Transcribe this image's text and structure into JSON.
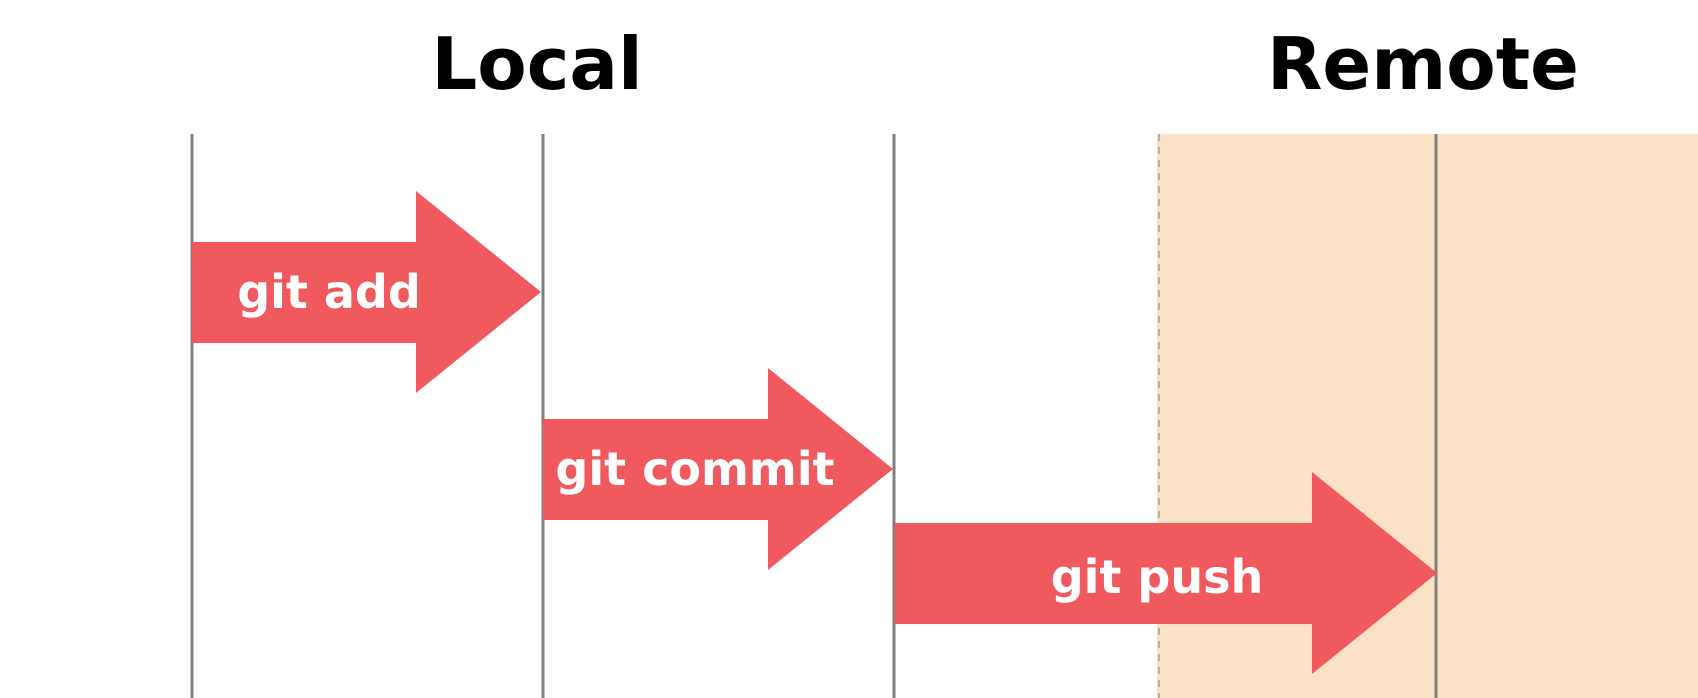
{
  "headings": {
    "local": "Local",
    "remote": "Remote"
  },
  "arrows": [
    {
      "id": "add",
      "label": "git add"
    },
    {
      "id": "commit",
      "label": "git commit"
    },
    {
      "id": "push",
      "label": "git push"
    }
  ],
  "colors": {
    "arrow_fill": "#f05a5e",
    "remote_zone": "#fbe1c6",
    "divider": "#808080",
    "heading_text": "#000000",
    "arrow_text": "#ffffff"
  }
}
